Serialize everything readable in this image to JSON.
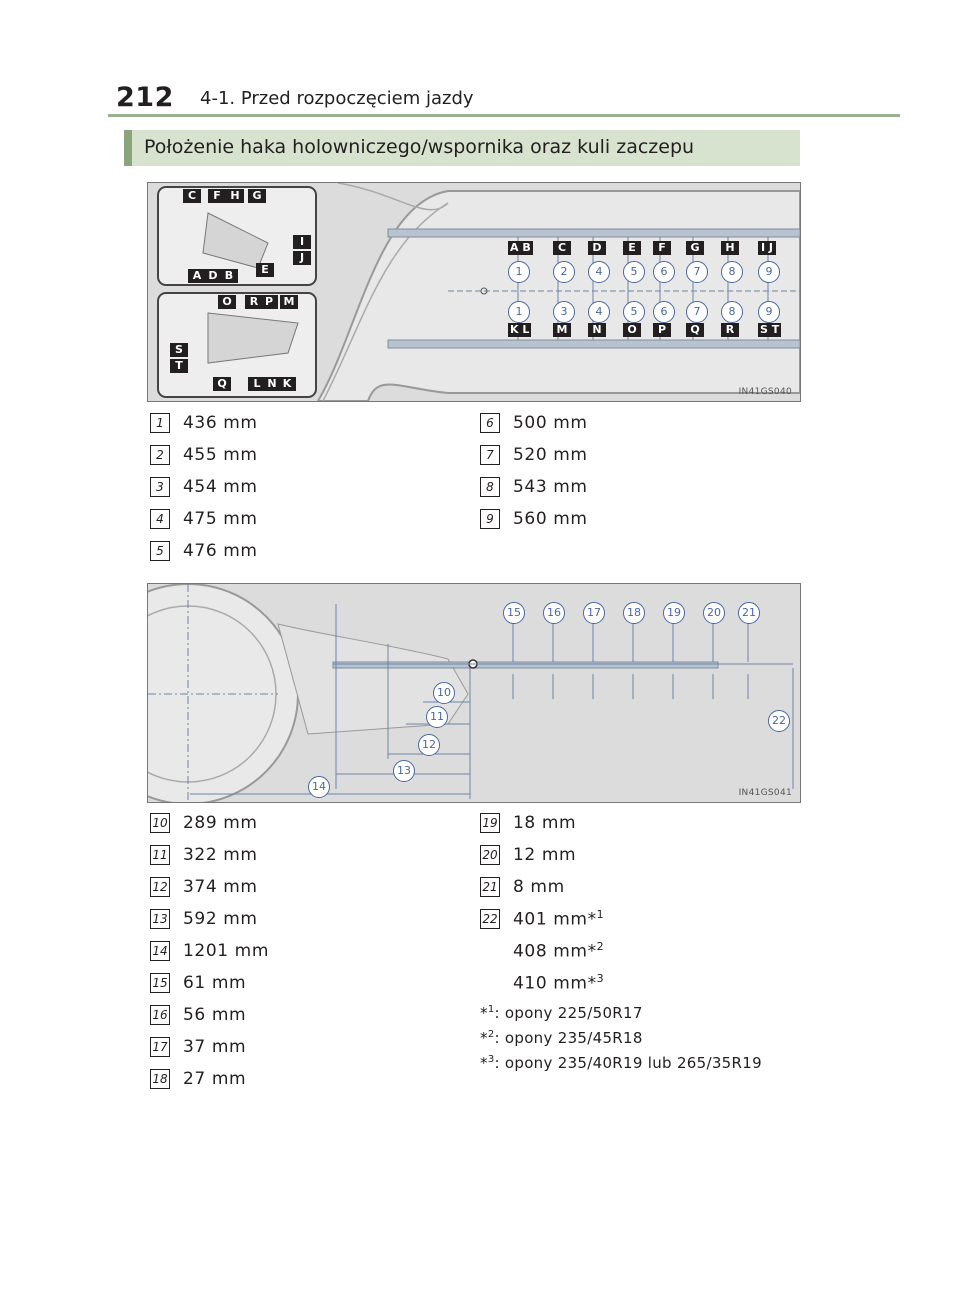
{
  "header": {
    "page_number": "212",
    "section": "4-1. Przed rozpoczęciem jazdy"
  },
  "section_title": "Położenie haka holowniczego/wspornika oraz kuli zaczepu",
  "figure1": {
    "code": "IN41GS040",
    "top_inset_letters": [
      "C",
      "F",
      "H",
      "G",
      "I",
      "J",
      "A",
      "D",
      "B",
      "E"
    ],
    "bottom_inset_letters": [
      "O",
      "R",
      "P",
      "M",
      "S",
      "T",
      "Q",
      "L",
      "N",
      "K"
    ],
    "top_row_letters": [
      "A B",
      "C",
      "D",
      "E",
      "F",
      "G",
      "H",
      "I J"
    ],
    "top_row_numbers": [
      "1",
      "2",
      "4",
      "5",
      "6",
      "7",
      "8",
      "9"
    ],
    "bottom_row_numbers": [
      "1",
      "3",
      "4",
      "5",
      "6",
      "7",
      "8",
      "9"
    ],
    "bottom_row_letters": [
      "K L",
      "M",
      "N",
      "O",
      "P",
      "Q",
      "R",
      "S T"
    ]
  },
  "dims1_left": [
    {
      "n": "1",
      "v": "436 mm"
    },
    {
      "n": "2",
      "v": "455 mm"
    },
    {
      "n": "3",
      "v": "454 mm"
    },
    {
      "n": "4",
      "v": "475 mm"
    },
    {
      "n": "5",
      "v": "476 mm"
    }
  ],
  "dims1_right": [
    {
      "n": "6",
      "v": "500 mm"
    },
    {
      "n": "7",
      "v": "520 mm"
    },
    {
      "n": "8",
      "v": "543 mm"
    },
    {
      "n": "9",
      "v": "560 mm"
    }
  ],
  "figure2": {
    "code": "IN41GS041",
    "top_labels": [
      "15",
      "16",
      "17",
      "18",
      "19",
      "20",
      "21"
    ],
    "dim_labels": [
      "10",
      "11",
      "12",
      "13",
      "14",
      "22"
    ]
  },
  "dims2_left": [
    {
      "n": "10",
      "v": "289 mm"
    },
    {
      "n": "11",
      "v": "322 mm"
    },
    {
      "n": "12",
      "v": "374 mm"
    },
    {
      "n": "13",
      "v": "592 mm"
    },
    {
      "n": "14",
      "v": "1201 mm"
    },
    {
      "n": "15",
      "v": "61 mm"
    },
    {
      "n": "16",
      "v": "56 mm"
    },
    {
      "n": "17",
      "v": "37 mm"
    },
    {
      "n": "18",
      "v": "27 mm"
    }
  ],
  "dims2_right": [
    {
      "n": "19",
      "v": "18 mm"
    },
    {
      "n": "20",
      "v": "12 mm"
    },
    {
      "n": "21",
      "v": "8 mm"
    }
  ],
  "dim22": {
    "n": "22",
    "values": [
      "401 mm*",
      "408 mm*",
      "410 mm*"
    ],
    "refs": [
      "1",
      "2",
      "3"
    ]
  },
  "footnotes": [
    {
      "mark": "*",
      "ref": "1",
      "text": ": opony 225/50R17"
    },
    {
      "mark": "*",
      "ref": "2",
      "text": ": opony 235/45R18"
    },
    {
      "mark": "*",
      "ref": "3",
      "text": ": opony 235/40R19 lub 265/35R19"
    }
  ]
}
